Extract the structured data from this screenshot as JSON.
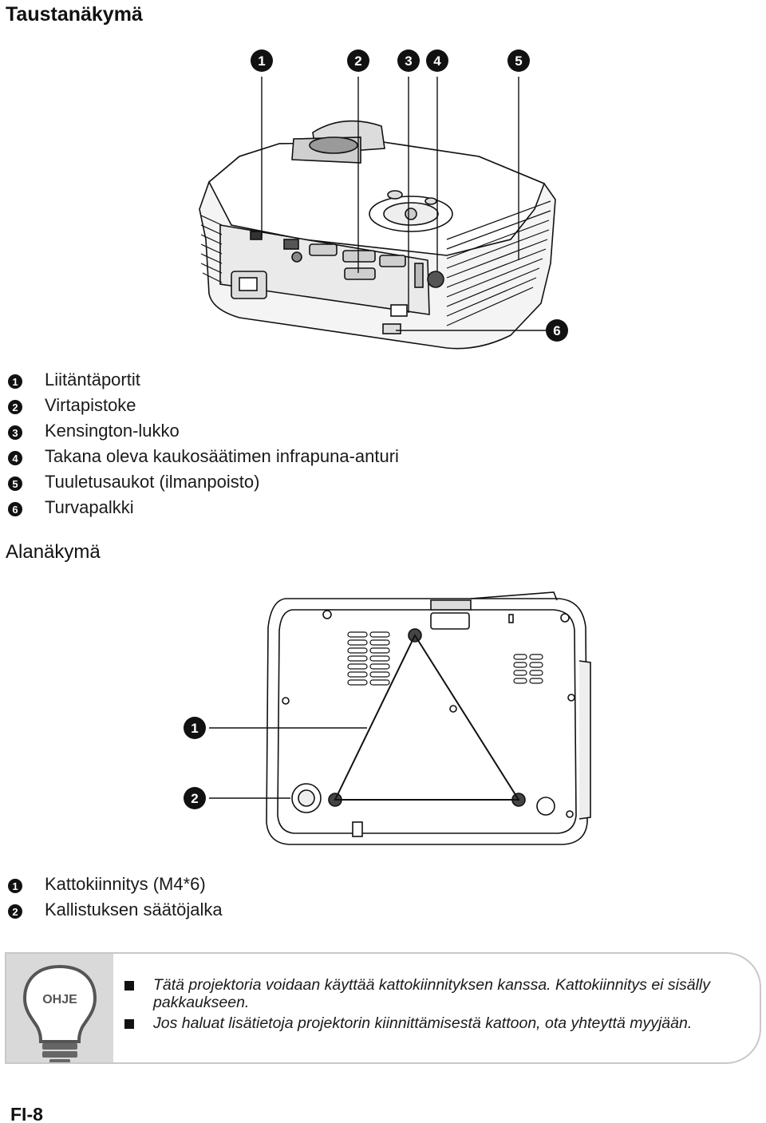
{
  "rear_view": {
    "title": "Taustanäkymä",
    "callouts": [
      "1",
      "2",
      "3",
      "4",
      "5",
      "6"
    ],
    "items": [
      {
        "num": "1",
        "label": "Liitäntäportit"
      },
      {
        "num": "2",
        "label": "Virtapistoke"
      },
      {
        "num": "3",
        "label": "Kensington-lukko"
      },
      {
        "num": "4",
        "label": "Takana oleva kaukosäätimen infrapuna-anturi"
      },
      {
        "num": "5",
        "label": "Tuuletusaukot (ilmanpoisto)"
      },
      {
        "num": "6",
        "label": "Turvapalkki"
      }
    ]
  },
  "bottom_view": {
    "title": "Alanäkymä",
    "callouts": [
      "1",
      "2"
    ],
    "items": [
      {
        "num": "1",
        "label": "Kattokiinnitys (M4*6)"
      },
      {
        "num": "2",
        "label": "Kallistuksen säätöjalka"
      }
    ]
  },
  "note": {
    "icon_label": "OHJE",
    "items": [
      "Tätä projektoria voidaan käyttää kattokiinnityksen kanssa. Kattokiinnitys ei sisälly pakkaukseen.",
      "Jos haluat lisätietoja projektorin kiinnittämisestä kattoon, ota yhteyttä myyjään."
    ]
  },
  "page_number": "FI-8"
}
